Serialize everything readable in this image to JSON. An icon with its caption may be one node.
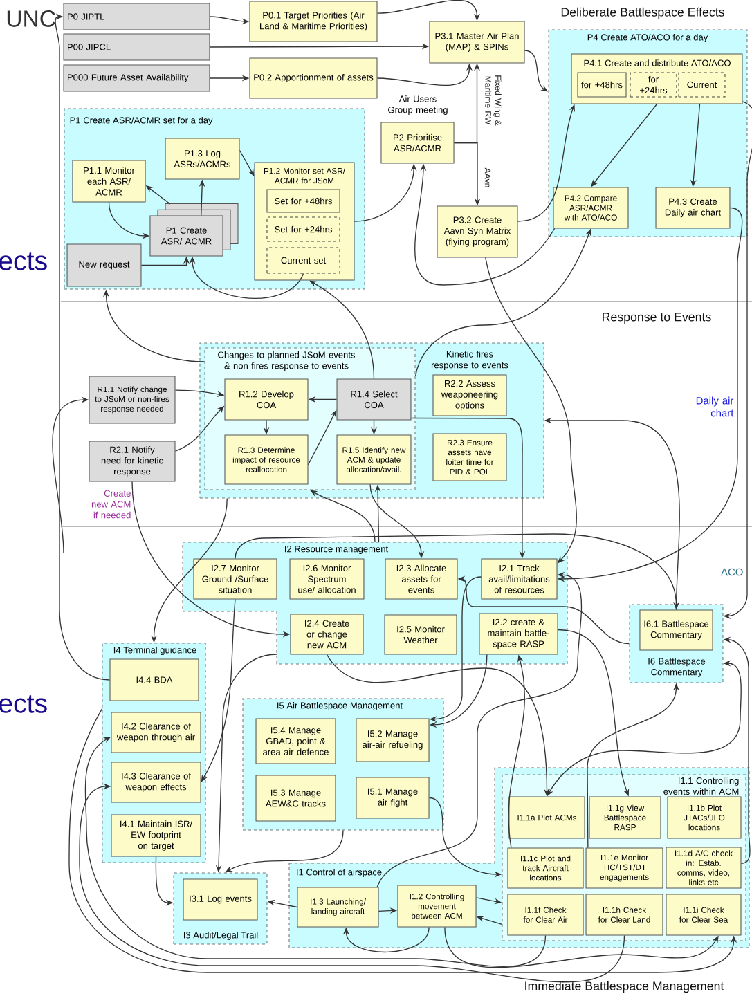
{
  "diagram": {
    "nodes": [
      {
        "text": [
          "P0 JIPTL"
        ]
      },
      {
        "text": [
          "P00 JIPCL"
        ]
      },
      {
        "text": [
          "P000 Future Asset Availability"
        ]
      },
      {
        "text": [
          "P0.1 Target Priorities (Air Land & Maritime Priorities)"
        ]
      },
      {
        "text": [
          "P0.2 Apportionment of assets"
        ]
      },
      {
        "text": [
          "P3.1 Master Air Plan (MAP) & SPINs"
        ]
      },
      {
        "text": [
          "P1 Create ASR/ACMR set for a day"
        ]
      },
      {
        "text": [
          "P1.1 Monitor each ASR/ ACMR"
        ],
        "in": 6
      },
      {
        "text": [
          "P1.3 Log ASRs/ACMRs"
        ],
        "in": 6
      },
      {
        "text": [
          "P1 Create ASR/ ACMR"
        ],
        "in": 6
      },
      {
        "text": [
          "P1.2 Monitor set ASR/ ACMR for JSoM"
        ],
        "in": 6
      },
      {
        "text": [
          "Set for +48hrs"
        ],
        "in": 10
      },
      {
        "text": [
          "Set for +24hrs"
        ],
        "in": 10
      },
      {
        "text": [
          "Current set"
        ],
        "in": 10
      },
      {
        "text": [
          "New request"
        ],
        "in": 6
      },
      {
        "text": [
          "P2 Prioritise ASR/ACMR"
        ],
        "beside": [
          "Air Users Group meeting"
        ]
      },
      {
        "text": [
          "P3.2 Create Aavn Syn Matrix (flying program)"
        ]
      },
      {
        "text": [
          "P4 Create ATO/ACO for a day"
        ]
      },
      {
        "text": [
          "P4.1 Create and distribute ATO/ACO"
        ],
        "in": 17
      },
      {
        "text": [
          "for +48hrs"
        ],
        "in": 18
      },
      {
        "text": [
          "for +24hrs"
        ],
        "in": 18
      },
      {
        "text": [
          "Current"
        ],
        "in": 18
      },
      {
        "text": [
          "P4.2 Compare ASR/ACMR with ATO/ACO"
        ],
        "in": 17
      },
      {
        "text": [
          "P4.3 Create Daily air chart"
        ],
        "in": 17
      },
      {
        "text": [
          "Kinetic fires response to events"
        ]
      },
      {
        "text": [
          "Changes to planned JSoM events & non fires response to events"
        ],
        "in": 24
      },
      {
        "text": [
          "R1.1 Notify change to JSoM or non-fires response needed"
        ]
      },
      {
        "text": [
          "R2.1 Notify need for kinetic response"
        ]
      },
      {
        "text": [
          "R1.2 Develop COA"
        ],
        "in": 25
      },
      {
        "text": [
          "R1.4 Select COA"
        ],
        "in": 25
      },
      {
        "text": [
          "R1.3 Determine impact of resource reallocation"
        ],
        "in": 25
      },
      {
        "text": [
          "R1.5 Identify new ACM & update allocation/avail."
        ],
        "in": 25
      },
      {
        "text": [
          "R2.2 Assess weaponeering options"
        ],
        "in": 24
      },
      {
        "text": [
          "R2.3 Ensure assets have loiter time for PID & POL"
        ],
        "in": 24
      },
      {
        "text": [
          "I2 Resource management"
        ]
      },
      {
        "text": [
          "I2.7 Monitor Ground /Surface situation"
        ],
        "in": 34
      },
      {
        "text": [
          "I2.6 Monitor Spectrum use/ allocation"
        ],
        "in": 34
      },
      {
        "text": [
          "I2.3 Allocate assets for events"
        ],
        "in": 34
      },
      {
        "text": [
          "I2.1 Track avail/limitations of resources"
        ],
        "in": 34
      },
      {
        "text": [
          "I2.4 Create or change new ACM"
        ],
        "in": 34
      },
      {
        "text": [
          "I2.5 Monitor Weather"
        ],
        "in": 34
      },
      {
        "text": [
          "I2.2 create & maintain battle-space RASP"
        ],
        "in": 34
      },
      {
        "text": [
          "I6 Battlespace Commentary"
        ]
      },
      {
        "text": [
          "I6.1 Battlespace Commentary"
        ],
        "in": 42
      },
      {
        "text": [
          "I4 Terminal guidance"
        ]
      },
      {
        "text": [
          "I4.4 BDA"
        ],
        "in": 44
      },
      {
        "text": [
          "I4.2 Clearance of weapon through air"
        ],
        "in": 44
      },
      {
        "text": [
          "I4.3 Clearance of weapon effects"
        ],
        "in": 44
      },
      {
        "text": [
          "I4.1 Maintain ISR/ EW footprint on target"
        ],
        "in": 44
      },
      {
        "text": [
          "I5 Air Battlespace Management"
        ]
      },
      {
        "text": [
          "I5.4 Manage GBAD, point & area air defence"
        ],
        "in": 49
      },
      {
        "text": [
          "I5.2 Manage air-air refueling"
        ],
        "in": 49
      },
      {
        "text": [
          "I5.3 Manage AEW&C tracks"
        ],
        "in": 49
      },
      {
        "text": [
          "I5.1 Manage air fight"
        ],
        "in": 49
      },
      {
        "text": [
          "I3 Audit/Legal Trail"
        ]
      },
      {
        "text": [
          "I3.1 Log events"
        ],
        "in": 54
      },
      {
        "text": [
          "I1 Control of airspace"
        ]
      },
      {
        "text": [
          "I1.1 Controlling events within ACM"
        ],
        "in": 56
      },
      {
        "text": [
          "I1.3 Launching/ landing aircraft"
        ],
        "in": 56
      },
      {
        "text": [
          "I1.2 Controlling movement between ACM"
        ],
        "in": 56
      },
      {
        "text": [
          "I1.1a Plot ACMs"
        ],
        "in": 57
      },
      {
        "text": [
          "I1.1g View Battlespace RASP"
        ],
        "in": 57
      },
      {
        "text": [
          "I1.1b Plot JTACs/JFO locations"
        ],
        "in": 57
      },
      {
        "text": [
          "I1.1c Plot and track Aircraft locations"
        ],
        "in": 57
      },
      {
        "text": [
          "I1.1e Monitor TIC/TST/DT engagements"
        ],
        "in": 57
      },
      {
        "text": [
          "I1.1d A/C check in: Estab. comms, video, links etc"
        ],
        "in": 57
      },
      {
        "text": [
          "I1.1f Check for Clear Air"
        ],
        "in": 57
      },
      {
        "text": [
          "I1.1h Check for Clear Land"
        ],
        "in": 57
      },
      {
        "text": [
          "I1.1i Check for Clear Sea"
        ],
        "in": 57
      }
    ],
    "edges": [
      {
        "from": 0,
        "to": 3,
        "arrow": "to"
      },
      {
        "from": 1,
        "to": 5,
        "arrow": "to"
      },
      {
        "from": 2,
        "to": 4,
        "arrow": "to"
      },
      {
        "from": 3,
        "to": 5,
        "arrow": "to"
      },
      {
        "from": 4,
        "to": 5,
        "arrow": "to"
      },
      {
        "from": 5,
        "to": 17,
        "arrow": "to"
      },
      {
        "from": 15,
        "to": 5,
        "arrow": "to",
        "label": "Fixed Wing & Maritime RW"
      },
      {
        "from": 15,
        "to": 16,
        "arrow": "to",
        "label": "AAvn"
      },
      {
        "from": 9,
        "to": 7,
        "arrow": "to"
      },
      {
        "from": 9,
        "to": 8,
        "arrow": "to"
      },
      {
        "from": 7,
        "to": 9,
        "arrow": "to"
      },
      {
        "from": 14,
        "to": 9,
        "arrow": "to"
      },
      {
        "from": 13,
        "to": 9,
        "arrow": "to"
      },
      {
        "from": 10,
        "to": 15,
        "arrow": "to"
      },
      {
        "from": 8,
        "to": 10,
        "arrow": "to"
      },
      {
        "from": 16,
        "to": 18,
        "arrow": "to"
      },
      {
        "from": 18,
        "to": 22,
        "arrow": "to"
      },
      {
        "from": 18,
        "to": 23,
        "arrow": "to"
      },
      {
        "from": 22,
        "to": 15,
        "arrow": "to"
      },
      {
        "from": 25,
        "to": 22,
        "arrow": "to"
      },
      {
        "from": 16,
        "to": 38,
        "arrow": "to"
      },
      {
        "from": 18,
        "to": 42,
        "arrow": "to",
        "label": "ACO"
      },
      {
        "from": 23,
        "to": 38,
        "arrow": "to",
        "label": "Daily air chart"
      },
      {
        "from": 29,
        "to": 10,
        "arrow": "to"
      },
      {
        "from": 25,
        "to": 6,
        "arrow": "to"
      },
      {
        "from": 26,
        "to": 28,
        "arrow": "to"
      },
      {
        "from": 27,
        "to": 28,
        "arrow": "to"
      },
      {
        "from": 29,
        "to": 28,
        "arrow": "to"
      },
      {
        "from": 28,
        "to": 30,
        "arrow": "to"
      },
      {
        "from": 30,
        "to": 29,
        "arrow": "to"
      },
      {
        "from": 29,
        "to": 31,
        "arrow": "to"
      },
      {
        "from": 29,
        "to": 38,
        "arrow": "to"
      },
      {
        "from": 31,
        "to": 37,
        "arrow": "to"
      },
      {
        "from": 34,
        "to": 25,
        "arrow": "to"
      },
      {
        "from": 34,
        "to": 31,
        "arrow": "to"
      },
      {
        "from": 24,
        "to": 44,
        "arrow": "to"
      },
      {
        "from": 27,
        "to": 39,
        "arrow": "to",
        "label": "Create new ACM if needed"
      },
      {
        "from": 45,
        "to": 0,
        "arrow": "to"
      },
      {
        "from": null,
        "to": 26,
        "arrow": "to"
      },
      {
        "from": 58,
        "to": 54,
        "arrow": "to"
      },
      {
        "from": 48,
        "to": 54,
        "arrow": "to"
      },
      {
        "from": 35,
        "to": 47,
        "arrow": "to"
      },
      {
        "from": 34,
        "to": 54,
        "arrow": "to"
      },
      {
        "from": 49,
        "to": 54,
        "arrow": "to"
      },
      {
        "from": 38,
        "to": 51,
        "arrow": "to"
      },
      {
        "from": 41,
        "to": 51,
        "arrow": "to"
      },
      {
        "from": 39,
        "to": 60,
        "arrow": "to"
      },
      {
        "from": 41,
        "to": 61,
        "arrow": "to"
      },
      {
        "from": 63,
        "to": 41,
        "arrow": "to"
      },
      {
        "from": 58,
        "to": 38,
        "arrow": "to"
      },
      {
        "from": 42,
        "to": 37,
        "arrow": "to"
      },
      {
        "from": 64,
        "to": 42,
        "arrow": "to"
      },
      {
        "from": 42,
        "to": 60,
        "arrow": "both"
      },
      {
        "from": 65,
        "to": 42,
        "arrow": "to"
      },
      {
        "from": 53,
        "to": 57,
        "arrow": "to"
      },
      {
        "from": 59,
        "to": 57,
        "arrow": "to"
      },
      {
        "from": 57,
        "to": 59,
        "arrow": "to"
      },
      {
        "from": 58,
        "to": 59,
        "arrow": "to"
      },
      {
        "from": 59,
        "to": 58,
        "arrow": "to"
      },
      {
        "from": 59,
        "to": 68,
        "arrow": "to"
      },
      {
        "from": 66,
        "to": 46,
        "arrow": "to"
      },
      {
        "from": 67,
        "to": 47,
        "arrow": "to"
      },
      {
        "from": 44,
        "to": 68,
        "arrow": "to"
      },
      {
        "from": 35,
        "to": 43,
        "arrow": "to"
      },
      {
        "from": 43,
        "to": 24,
        "arrow": "to"
      }
    ],
    "labels": [
      "UNC",
      "Deliberate Battlespace Effects",
      "ects",
      "Response to Events",
      "ects",
      "Immediate Battlespace Management"
    ]
  }
}
